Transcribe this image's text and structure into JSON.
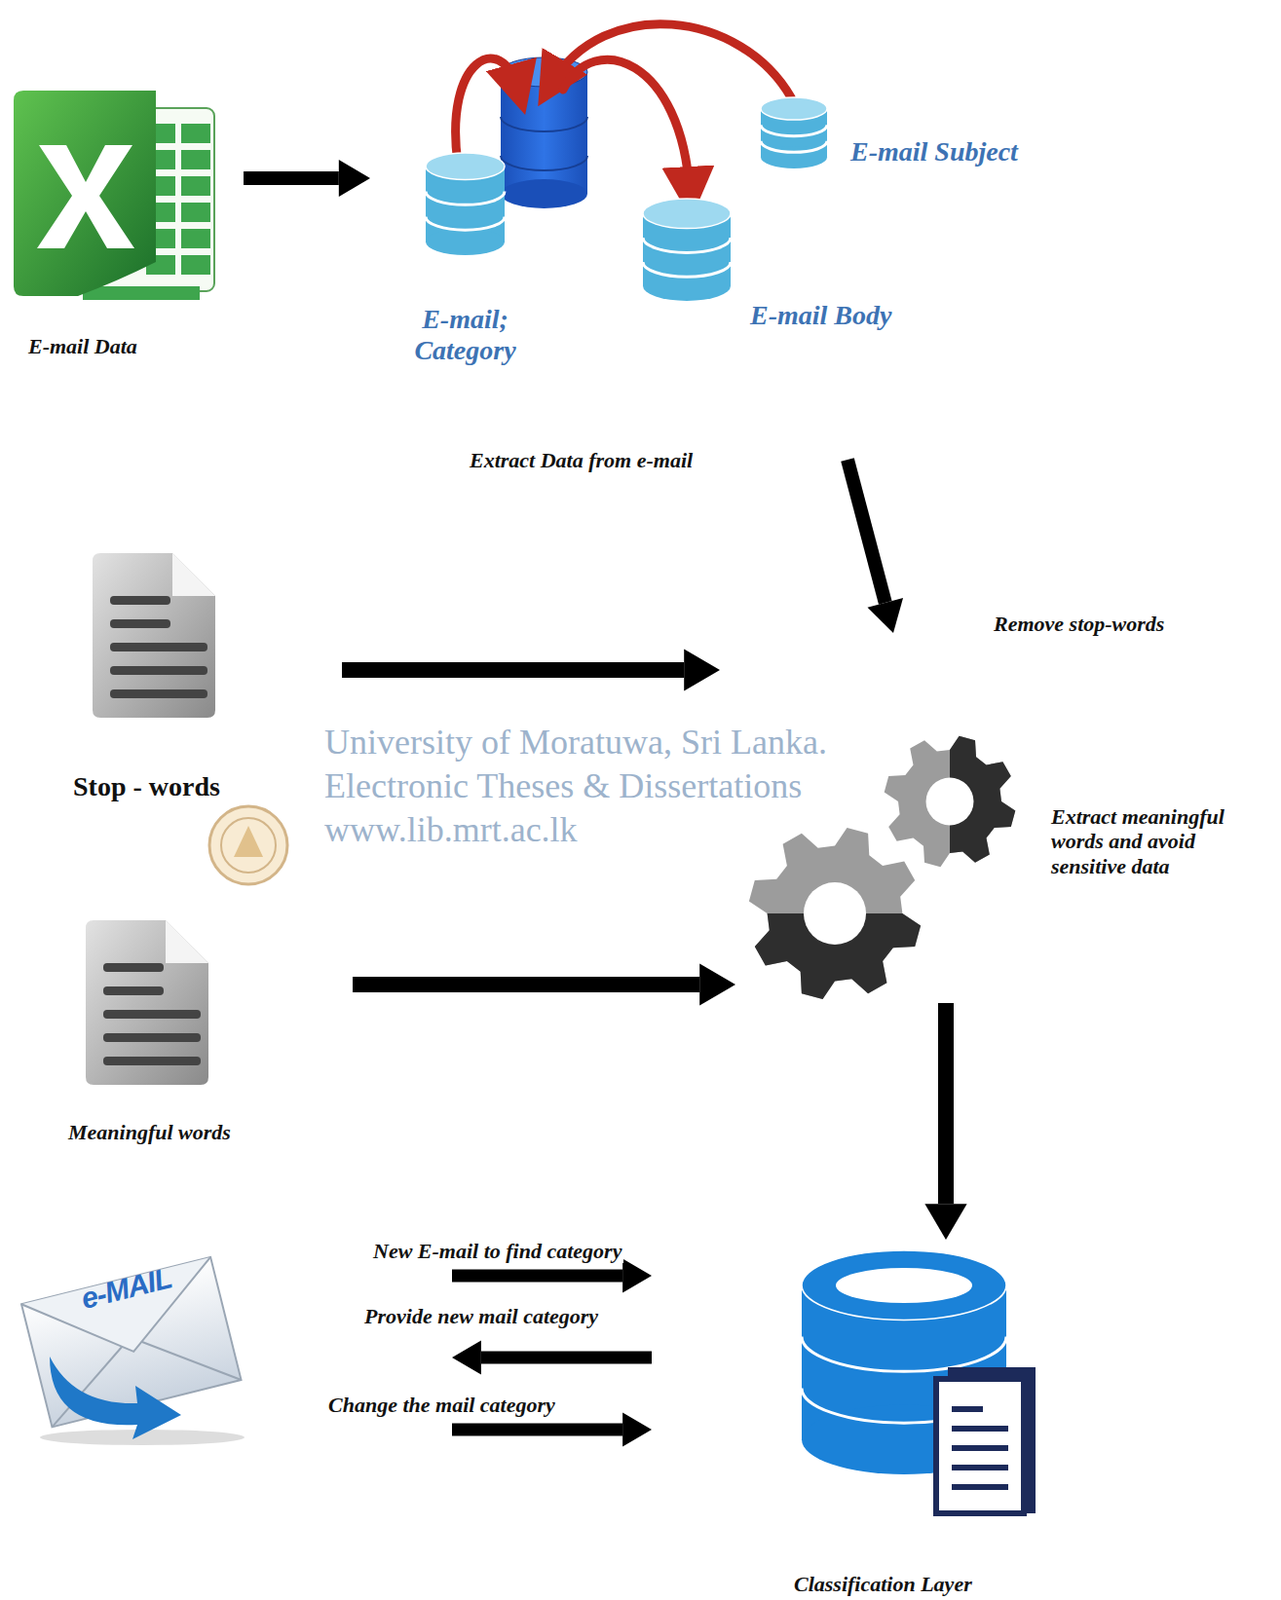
{
  "diagram": {
    "nodes": [
      {
        "text": [
          "E-mail Data"
        ]
      },
      {
        "text": [
          "E-mail; Category"
        ]
      },
      {
        "text": [
          "E-mail Body"
        ]
      },
      {
        "text": [
          "E-mail Subject"
        ]
      },
      {
        "text": [
          "Stop - words"
        ]
      },
      {
        "text": [
          "Remove stop-words",
          "Extract meaningful words and avoid sensitive data"
        ]
      },
      {
        "text": [
          "Meaningful words"
        ]
      },
      {
        "text": [
          "e-MAIL"
        ]
      },
      {
        "text": [
          "Classification Layer"
        ]
      }
    ],
    "edges": [
      {
        "from": 0,
        "to": 1,
        "arrow": "to"
      },
      {
        "from": 2,
        "to": 5,
        "label": "Extract Data from e-mail",
        "arrow": "to"
      },
      {
        "from": 4,
        "to": 5,
        "arrow": "to"
      },
      {
        "from": 6,
        "to": 5,
        "arrow": "to"
      },
      {
        "from": 5,
        "to": 8,
        "arrow": "to"
      },
      {
        "from": 7,
        "to": 8,
        "label": "New E-mail to find category",
        "arrow": "to"
      },
      {
        "from": 8,
        "to": 7,
        "label": "Provide new mail category",
        "arrow": "to"
      },
      {
        "from": 7,
        "to": 8,
        "label": "Change the mail category",
        "arrow": "to"
      }
    ],
    "labels": [
      "University of Moratuwa, Sri Lanka.",
      "Electronic Theses & Dissertations",
      "www.lib.mrt.ac.lk"
    ]
  }
}
